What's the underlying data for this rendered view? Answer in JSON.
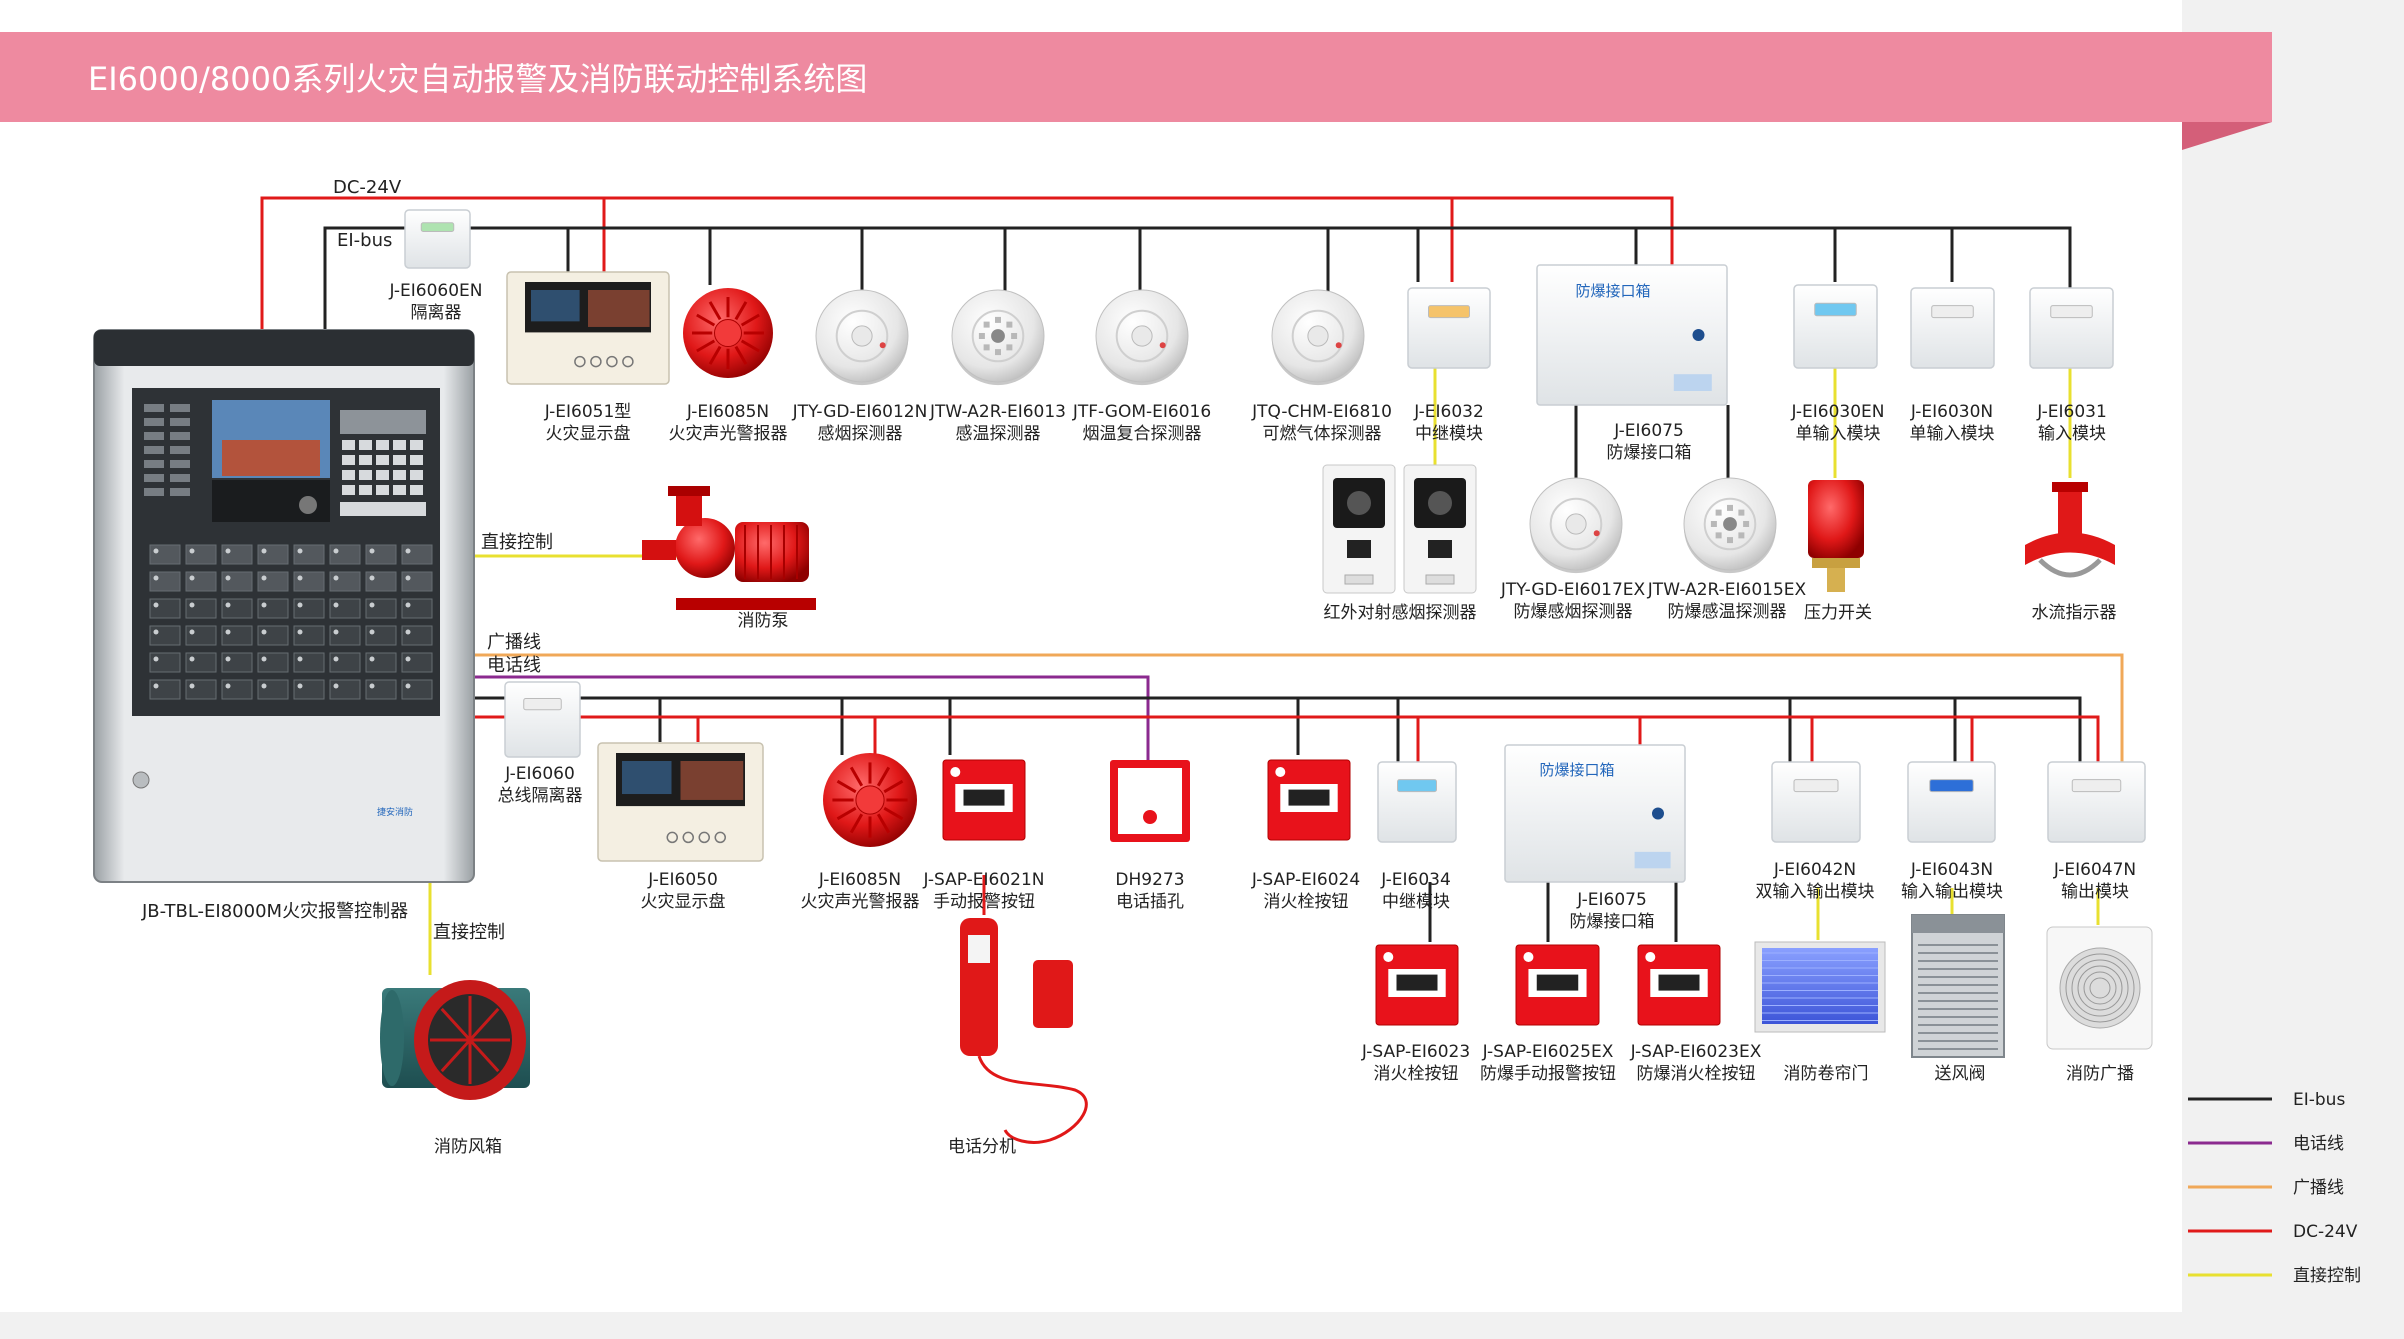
{
  "header": {
    "title": "EI6000/8000系列火灾自动报警及消防联动控制系统图"
  },
  "colors": {
    "header_bg": "#ee8aa0",
    "ei_bus": "#222222",
    "telephone": "#8b2a8f",
    "broadcast": "#f0a858",
    "dc24v": "#e01a1a",
    "direct_control": "#e8e030"
  },
  "wires": {
    "dc24v": "DC-24V",
    "eibus": "EI-bus",
    "direct_control_top": "直接控制",
    "direct_control_bottom": "直接控制",
    "broadcast": "广播线",
    "telephone": "电话线"
  },
  "controller": {
    "model": "JB-TBL-EI8000M火灾报警控制器",
    "brand": "捷安消防"
  },
  "top_row": [
    {
      "id": "isolator-top",
      "model": "J-EI6060EN",
      "name": "隔离器",
      "icon": "isolator-icon"
    },
    {
      "id": "fire-display-top",
      "model": "J-EI6051型",
      "name": "火灾显示盘",
      "icon": "display-panel-icon"
    },
    {
      "id": "sounder-top",
      "model": "J-EI6085N",
      "name": "火灾声光警报器",
      "icon": "sounder-strobe-icon"
    },
    {
      "id": "smoke-top",
      "model": "JTY-GD-EI6012N",
      "name": "感烟探测器",
      "icon": "smoke-detector-icon"
    },
    {
      "id": "heat-top",
      "model": "JTW-A2R-EI6013",
      "name": "感温探测器",
      "icon": "heat-detector-icon"
    },
    {
      "id": "combo-top",
      "model": "JTF-GOM-EI6016",
      "name": "烟温复合探测器",
      "icon": "combo-detector-icon"
    },
    {
      "id": "gas-top",
      "model": "JTQ-CHM-EI6810",
      "name": "可燃气体探测器",
      "icon": "gas-detector-icon"
    },
    {
      "id": "relay-top",
      "model": "J-EI6032",
      "name": "中继模块",
      "icon": "relay-module-icon"
    },
    {
      "id": "ex-box-top",
      "model": "J-EI6075",
      "name": "防爆接口箱",
      "icon": "explosion-proof-box-icon",
      "box_label": "防爆接口箱"
    },
    {
      "id": "input-ei6030en",
      "model": "J-EI6030EN",
      "name": "单输入模块",
      "icon": "input-module-icon"
    },
    {
      "id": "input-ei6030n",
      "model": "J-EI6030N",
      "name": "单输入模块",
      "icon": "input-module-icon"
    },
    {
      "id": "input-ei6031",
      "model": "J-EI6031",
      "name": "输入模块",
      "icon": "input-module-icon"
    }
  ],
  "top_sub": [
    {
      "id": "beam",
      "model": "",
      "name": "红外对射感烟探测器",
      "icon": "beam-detector-icon"
    },
    {
      "id": "ex-smoke",
      "model": "JTY-GD-EI6017EX",
      "name": "防爆感烟探测器",
      "icon": "smoke-detector-icon"
    },
    {
      "id": "ex-heat",
      "model": "JTW-A2R-EI6015EX",
      "name": "防爆感温探测器",
      "icon": "heat-detector-icon"
    },
    {
      "id": "pressure",
      "model": "",
      "name": "压力开关",
      "icon": "pressure-switch-icon"
    },
    {
      "id": "waterflow",
      "model": "",
      "name": "水流指示器",
      "icon": "water-flow-indicator-icon"
    }
  ],
  "pump": {
    "name": "消防泵",
    "icon": "fire-pump-icon"
  },
  "fan": {
    "name": "消防风箱",
    "icon": "fire-fan-icon"
  },
  "bottom_row": [
    {
      "id": "isolator-bottom",
      "model": "J-EI6060",
      "name": "总线隔离器",
      "icon": "isolator-icon"
    },
    {
      "id": "fire-display-bottom",
      "model": "J-EI6050",
      "name": "火灾显示盘",
      "icon": "display-panel-icon"
    },
    {
      "id": "sounder-bottom",
      "model": "J-EI6085N",
      "name": "火灾声光警报器",
      "icon": "sounder-strobe-icon"
    },
    {
      "id": "manual-alarm",
      "model": "J-SAP-EI6021N",
      "name": "手动报警按钮",
      "icon": "manual-call-point-icon"
    },
    {
      "id": "phone-jack",
      "model": "DH9273",
      "name": "电话插孔",
      "icon": "phone-jack-icon"
    },
    {
      "id": "hydrant-button",
      "model": "J-SAP-EI6024",
      "name": "消火栓按钮",
      "icon": "hydrant-button-icon"
    },
    {
      "id": "relay-bottom",
      "model": "J-EI6034",
      "name": "中继模块",
      "icon": "relay-module-icon"
    },
    {
      "id": "ex-box-bottom",
      "model": "J-EI6075",
      "name": "防爆接口箱",
      "icon": "explosion-proof-box-icon",
      "box_label": "防爆接口箱"
    },
    {
      "id": "dual-io",
      "model": "J-EI6042N",
      "name": "双输入输出模块",
      "icon": "io-module-icon"
    },
    {
      "id": "io",
      "model": "J-EI6043N",
      "name": "输入输出模块",
      "icon": "io-module-icon"
    },
    {
      "id": "output",
      "model": "J-EI6047N",
      "name": "输出模块",
      "icon": "output-module-icon"
    }
  ],
  "bottom_sub": [
    {
      "id": "phone-ext",
      "model": "",
      "name": "电话分机",
      "icon": "telephone-extension-icon"
    },
    {
      "id": "ex-hydrant-6023",
      "model": "J-SAP-EI6023",
      "name": "消火栓按钮",
      "icon": "hydrant-button-icon"
    },
    {
      "id": "ex-manual",
      "model": "J-SAP-EI6025EX",
      "name": "防爆手动报警按钮",
      "icon": "manual-call-point-icon"
    },
    {
      "id": "ex-hydrant",
      "model": "J-SAP-EI6023EX",
      "name": "防爆消火栓按钮",
      "icon": "hydrant-button-icon"
    },
    {
      "id": "shutter",
      "model": "",
      "name": "消防卷帘门",
      "icon": "fire-shutter-icon"
    },
    {
      "id": "damper",
      "model": "",
      "name": "送风阀",
      "icon": "air-damper-icon"
    },
    {
      "id": "speaker",
      "model": "",
      "name": "消防广播",
      "icon": "speaker-icon"
    }
  ],
  "legend": [
    {
      "label": "EI-bus",
      "color": "#222222"
    },
    {
      "label": "电话线",
      "color": "#8b2a8f"
    },
    {
      "label": "广播线",
      "color": "#f0a858"
    },
    {
      "label": "DC-24V",
      "color": "#e01a1a"
    },
    {
      "label": "直接控制",
      "color": "#e8e030"
    }
  ]
}
